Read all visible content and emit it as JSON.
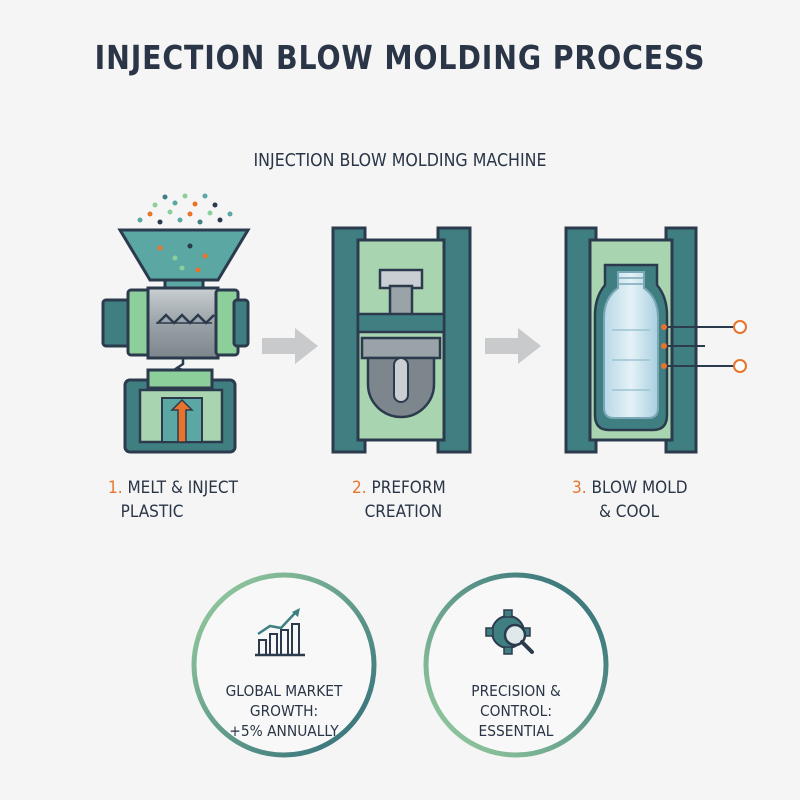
{
  "title": "INJECTION BLOW MOLDING PROCESS",
  "subtitle": "INJECTION BLOW MOLDING MACHINE",
  "steps": [
    {
      "num": "1.",
      "line1": "MELT & INJECT",
      "line2": "PLASTIC"
    },
    {
      "num": "2.",
      "line1": "PREFORM",
      "line2": "CREATION"
    },
    {
      "num": "3.",
      "line1": "BLOW MOLD",
      "line2": "& COOL"
    }
  ],
  "stats": [
    {
      "line1": "GLOBAL MARKET GROWTH:",
      "line2": "+5% ANNUALLY",
      "icon": "growth-chart-icon"
    },
    {
      "line1": "PRECISION & CONTROL:",
      "line2": "ESSENTIAL",
      "icon": "gear-magnifier-icon"
    }
  ],
  "colors": {
    "navy": "#2c3a4d",
    "teal": "#3f7f82",
    "green": "#a8d4b0",
    "orange": "#e8742c",
    "gray": "#8e959a"
  }
}
